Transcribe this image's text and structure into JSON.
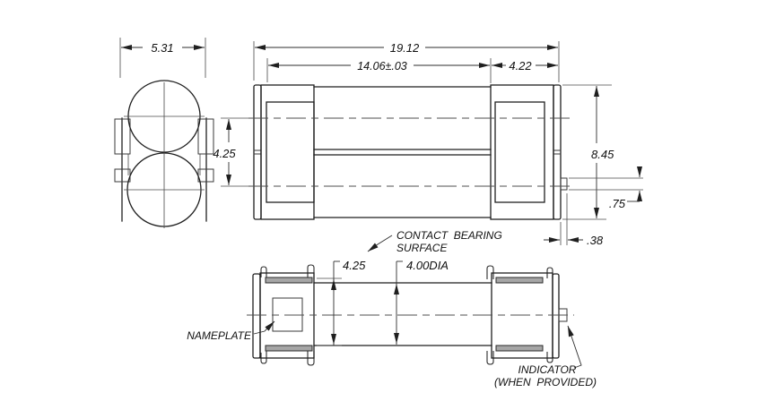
{
  "drawing": {
    "colors": {
      "ink": "#1f1f1f",
      "dim_ink": "#2e2e2e",
      "clip_fill": "#a6a6a6",
      "paper": "#ffffff"
    },
    "dims": {
      "bracket_width": "5.31",
      "overall_length": "19.12",
      "body_length": "14.06±.03",
      "end_length": "4.22",
      "center_spacing": "4.25",
      "overall_height": "8.45",
      "indicator_thickness": ".75",
      "indicator_projection": ".38",
      "contact_dia": "4.25",
      "body_dia": "4.00DIA"
    },
    "notes": {
      "contact_line1": "CONTACT  BEARING",
      "contact_line2": "SURFACE",
      "nameplate": "NAMEPLATE",
      "indicator_line1": "INDICATOR",
      "indicator_line2": "(WHEN  PROVIDED)"
    }
  }
}
